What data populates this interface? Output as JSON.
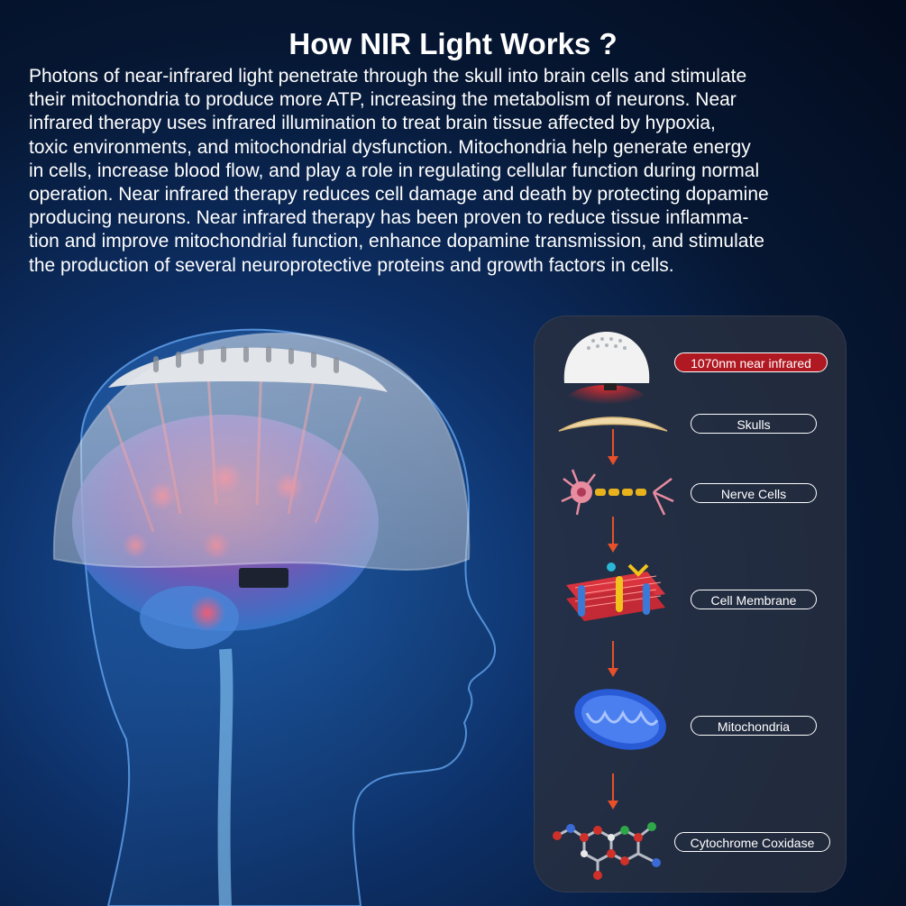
{
  "title": "How NIR Light Works ?",
  "paragraph_lines": [
    "Photons of near-infrared light penetrate through the skull into brain cells and stimulate",
    "their mitochondria to produce more ATP, increasing the metabolism of neurons. Near",
    "infrared therapy uses infrared illumination to treat brain tissue affected by hypoxia,",
    "toxic environments, and mitochondrial dysfunction. Mitochondria help generate energy",
    "in cells, increase blood flow, and play a role in regulating cellular function during normal",
    "operation. Near infrared therapy reduces cell damage and death by protecting dopamine",
    "producing neurons. Near infrared therapy has been proven to reduce tissue inflamma-",
    "tion and improve mitochondrial function, enhance dopamine transmission, and stimulate",
    "the production of several neuroprotective proteins and growth factors in cells."
  ],
  "process": {
    "wavelength_label": "1070nm near infrared",
    "steps": [
      {
        "label": "Skulls",
        "icon": "skull-layer-icon"
      },
      {
        "label": "Nerve Cells",
        "icon": "nerve-cell-icon"
      },
      {
        "label": "Cell Membrane",
        "icon": "cell-membrane-icon"
      },
      {
        "label": "Mitochondria",
        "icon": "mitochondria-icon"
      },
      {
        "label": "Cytochrome Coxidase",
        "icon": "molecule-icon"
      }
    ]
  },
  "colors": {
    "accent_red": "#b01822",
    "arrow_orange": "#e8502a",
    "background_blue": "#0d2f66"
  }
}
